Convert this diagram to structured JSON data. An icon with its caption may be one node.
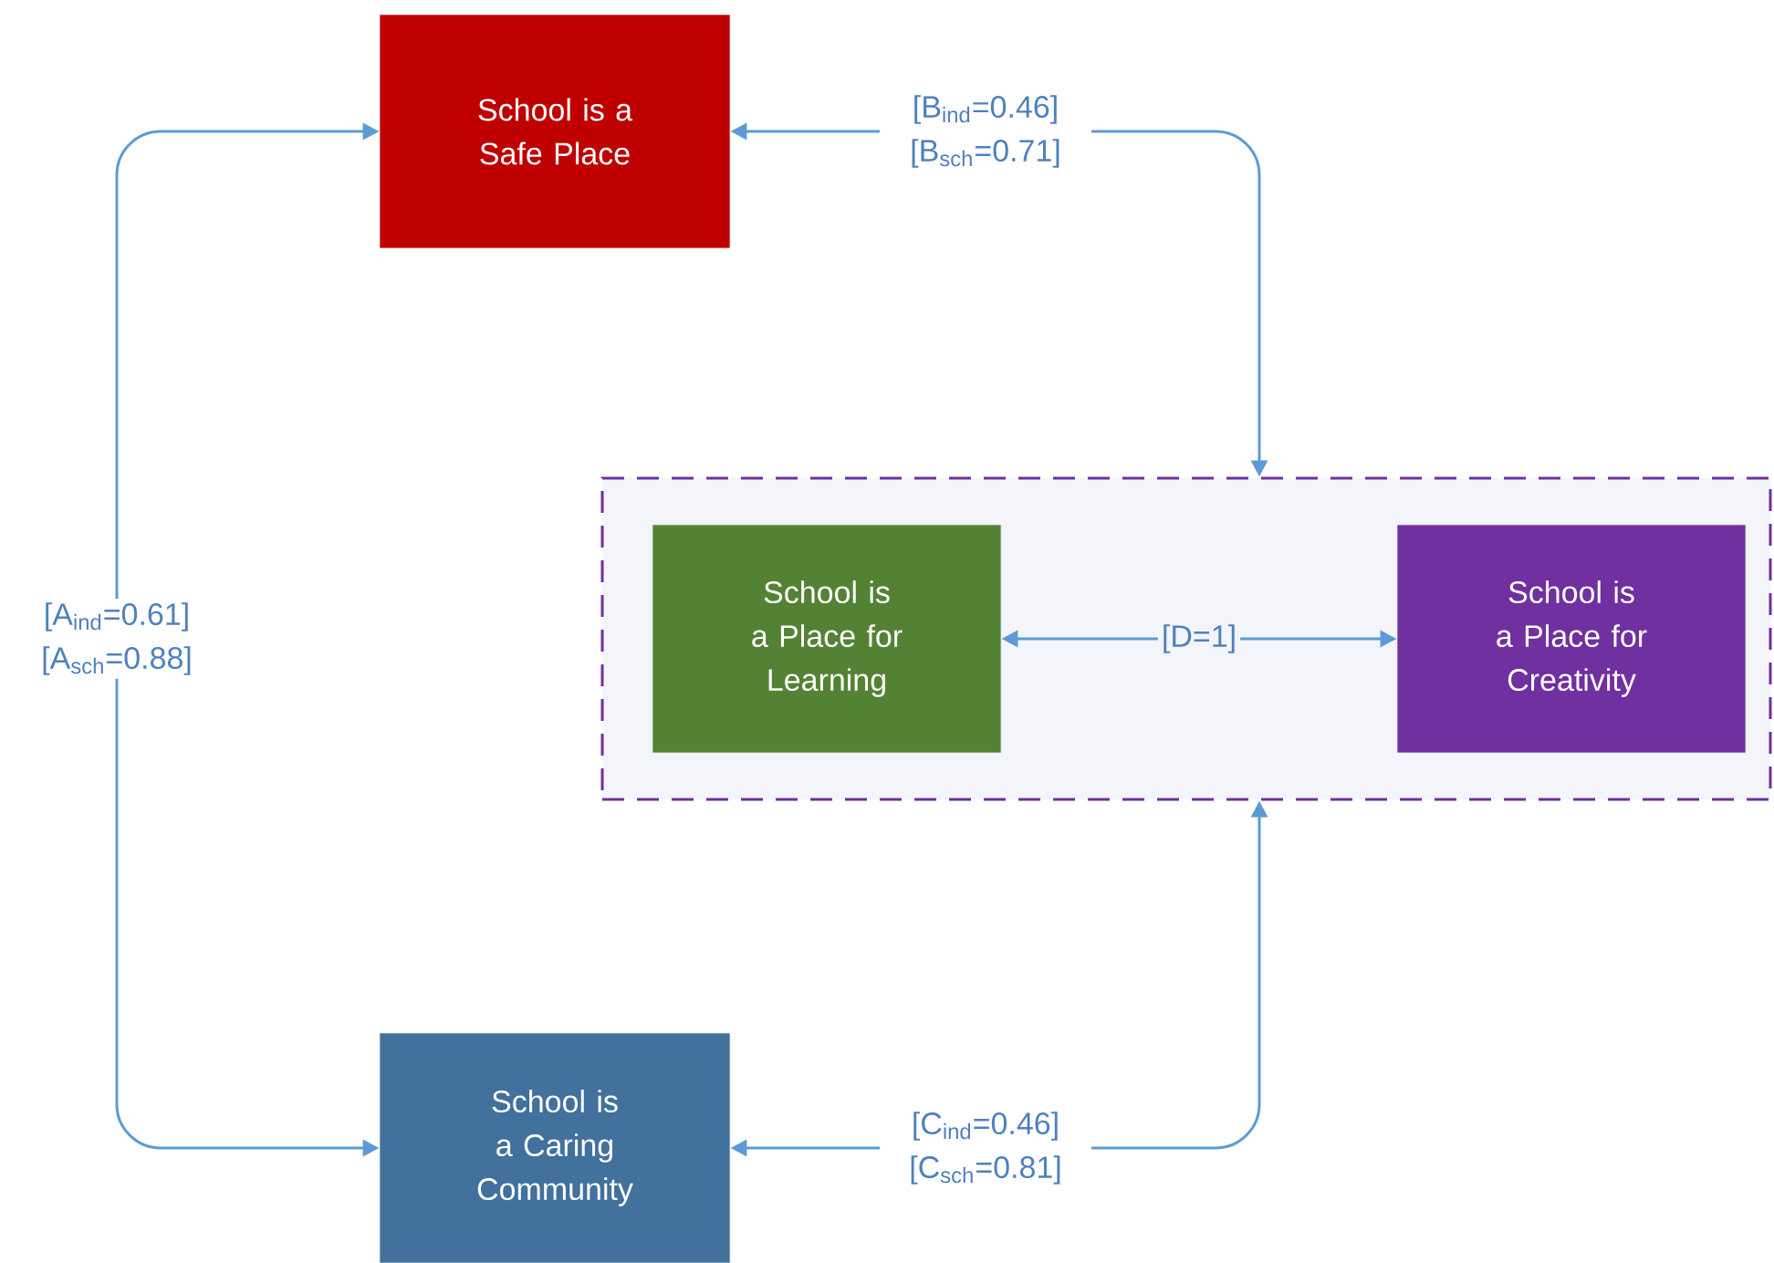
{
  "diagram": {
    "nodes": [
      {
        "text": [
          "School is a Safe Place"
        ]
      },
      {
        "text": [],
        "shape": "box"
      },
      {
        "text": [
          "School is a Place for Learning"
        ],
        "in": 1
      },
      {
        "text": [
          "School is a Place for Creativity"
        ],
        "in": 1
      },
      {
        "text": [
          "School is a Caring Community"
        ]
      }
    ],
    "edges": [
      {
        "from": 0,
        "to": 4,
        "arrow": "both",
        "label": "[A$_{ind}$=0.61] [A$_{sch}$=0.88]"
      },
      {
        "from": 0,
        "to": 1,
        "arrow": "both",
        "label": "[B$_{ind}$=0.46] [B$_{sch}$=0.71]"
      },
      {
        "from": 4,
        "to": 1,
        "arrow": "both",
        "label": "[C$_{ind}$=0.46] [C$_{sch}$=0.81]"
      },
      {
        "from": 2,
        "to": 3,
        "arrow": "both",
        "label": "[D=1]"
      }
    ]
  }
}
